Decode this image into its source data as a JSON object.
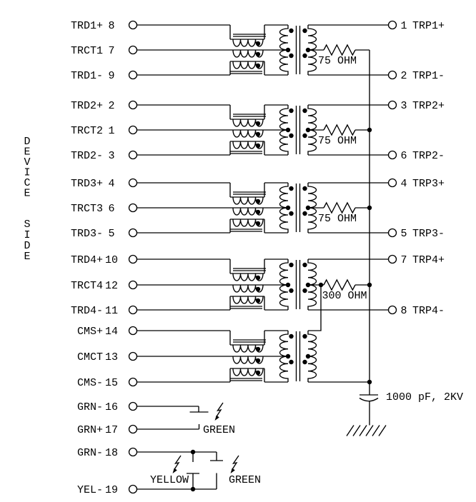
{
  "colors": {
    "wire": "#000000",
    "background": "#ffffff"
  },
  "schematic": {
    "side_label": {
      "word1": "DEVICE",
      "word2": "SIDE"
    },
    "device_pins": [
      {
        "label": "TRD1+",
        "number": "8"
      },
      {
        "label": "TRCT1",
        "number": "7"
      },
      {
        "label": "TRD1-",
        "number": "9"
      },
      {
        "label": "TRD2+",
        "number": "2"
      },
      {
        "label": "TRCT2",
        "number": "1"
      },
      {
        "label": "TRD2-",
        "number": "3"
      },
      {
        "label": "TRD3+",
        "number": "4"
      },
      {
        "label": "TRCT3",
        "number": "6"
      },
      {
        "label": "TRD3-",
        "number": "5"
      },
      {
        "label": "TRD4+",
        "number": "10"
      },
      {
        "label": "TRCT4",
        "number": "12"
      },
      {
        "label": "TRD4-",
        "number": "11"
      },
      {
        "label": "CMS+",
        "number": "14"
      },
      {
        "label": "CMCT",
        "number": "13"
      },
      {
        "label": "CMS-",
        "number": "15"
      },
      {
        "label": "GRN-",
        "number": "16"
      },
      {
        "label": "GRN+",
        "number": "17"
      },
      {
        "label": "GRN-",
        "number": "18"
      },
      {
        "label": "YEL-",
        "number": "19"
      }
    ],
    "line_pins": [
      {
        "number": "1",
        "label": "TRP1+"
      },
      {
        "number": "2",
        "label": "TRP1-"
      },
      {
        "number": "3",
        "label": "TRP2+"
      },
      {
        "number": "6",
        "label": "TRP2-"
      },
      {
        "number": "4",
        "label": "TRP3+"
      },
      {
        "number": "5",
        "label": "TRP3-"
      },
      {
        "number": "7",
        "label": "TRP4+"
      },
      {
        "number": "8",
        "label": "TRP4-"
      }
    ],
    "resistors": [
      {
        "value": "75 OHM"
      },
      {
        "value": "75 OHM"
      },
      {
        "value": "75 OHM"
      },
      {
        "value": "300 OHM"
      }
    ],
    "capacitor": {
      "value": "1000 pF, 2KV"
    },
    "leds": [
      {
        "color": "GREEN"
      },
      {
        "color": "YELLOW"
      },
      {
        "color": "GREEN"
      }
    ]
  }
}
